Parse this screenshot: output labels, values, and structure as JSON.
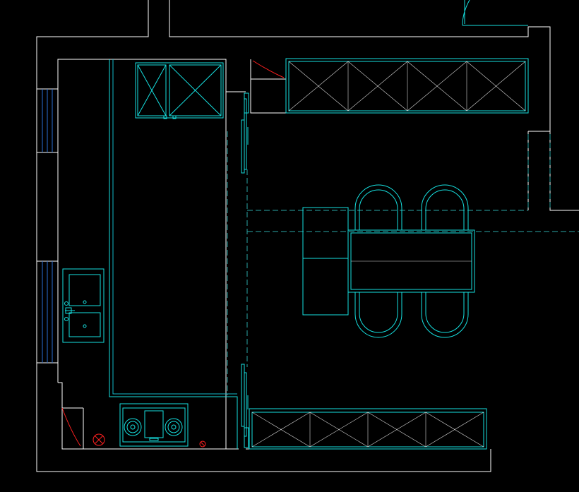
{
  "plan": {
    "title": "",
    "colors": {
      "background": "#000000",
      "walls": "#ffffff",
      "fixtures": "#16e0e0",
      "windows": "#2a6fd6",
      "door_swings": "#ff2020",
      "dashed_lines": "#2aa6a6"
    },
    "elements": [
      "exterior-walls",
      "window-left-upper",
      "window-left-lower",
      "kitchen-counter",
      "tall-cabinet-pair",
      "double-sink",
      "gas-hob",
      "tall-cabinet-row-top",
      "tall-cabinet-row-bottom",
      "dining-table",
      "dining-chair",
      "sideboard",
      "sliding-door",
      "door-swing",
      "wall-opening"
    ]
  }
}
